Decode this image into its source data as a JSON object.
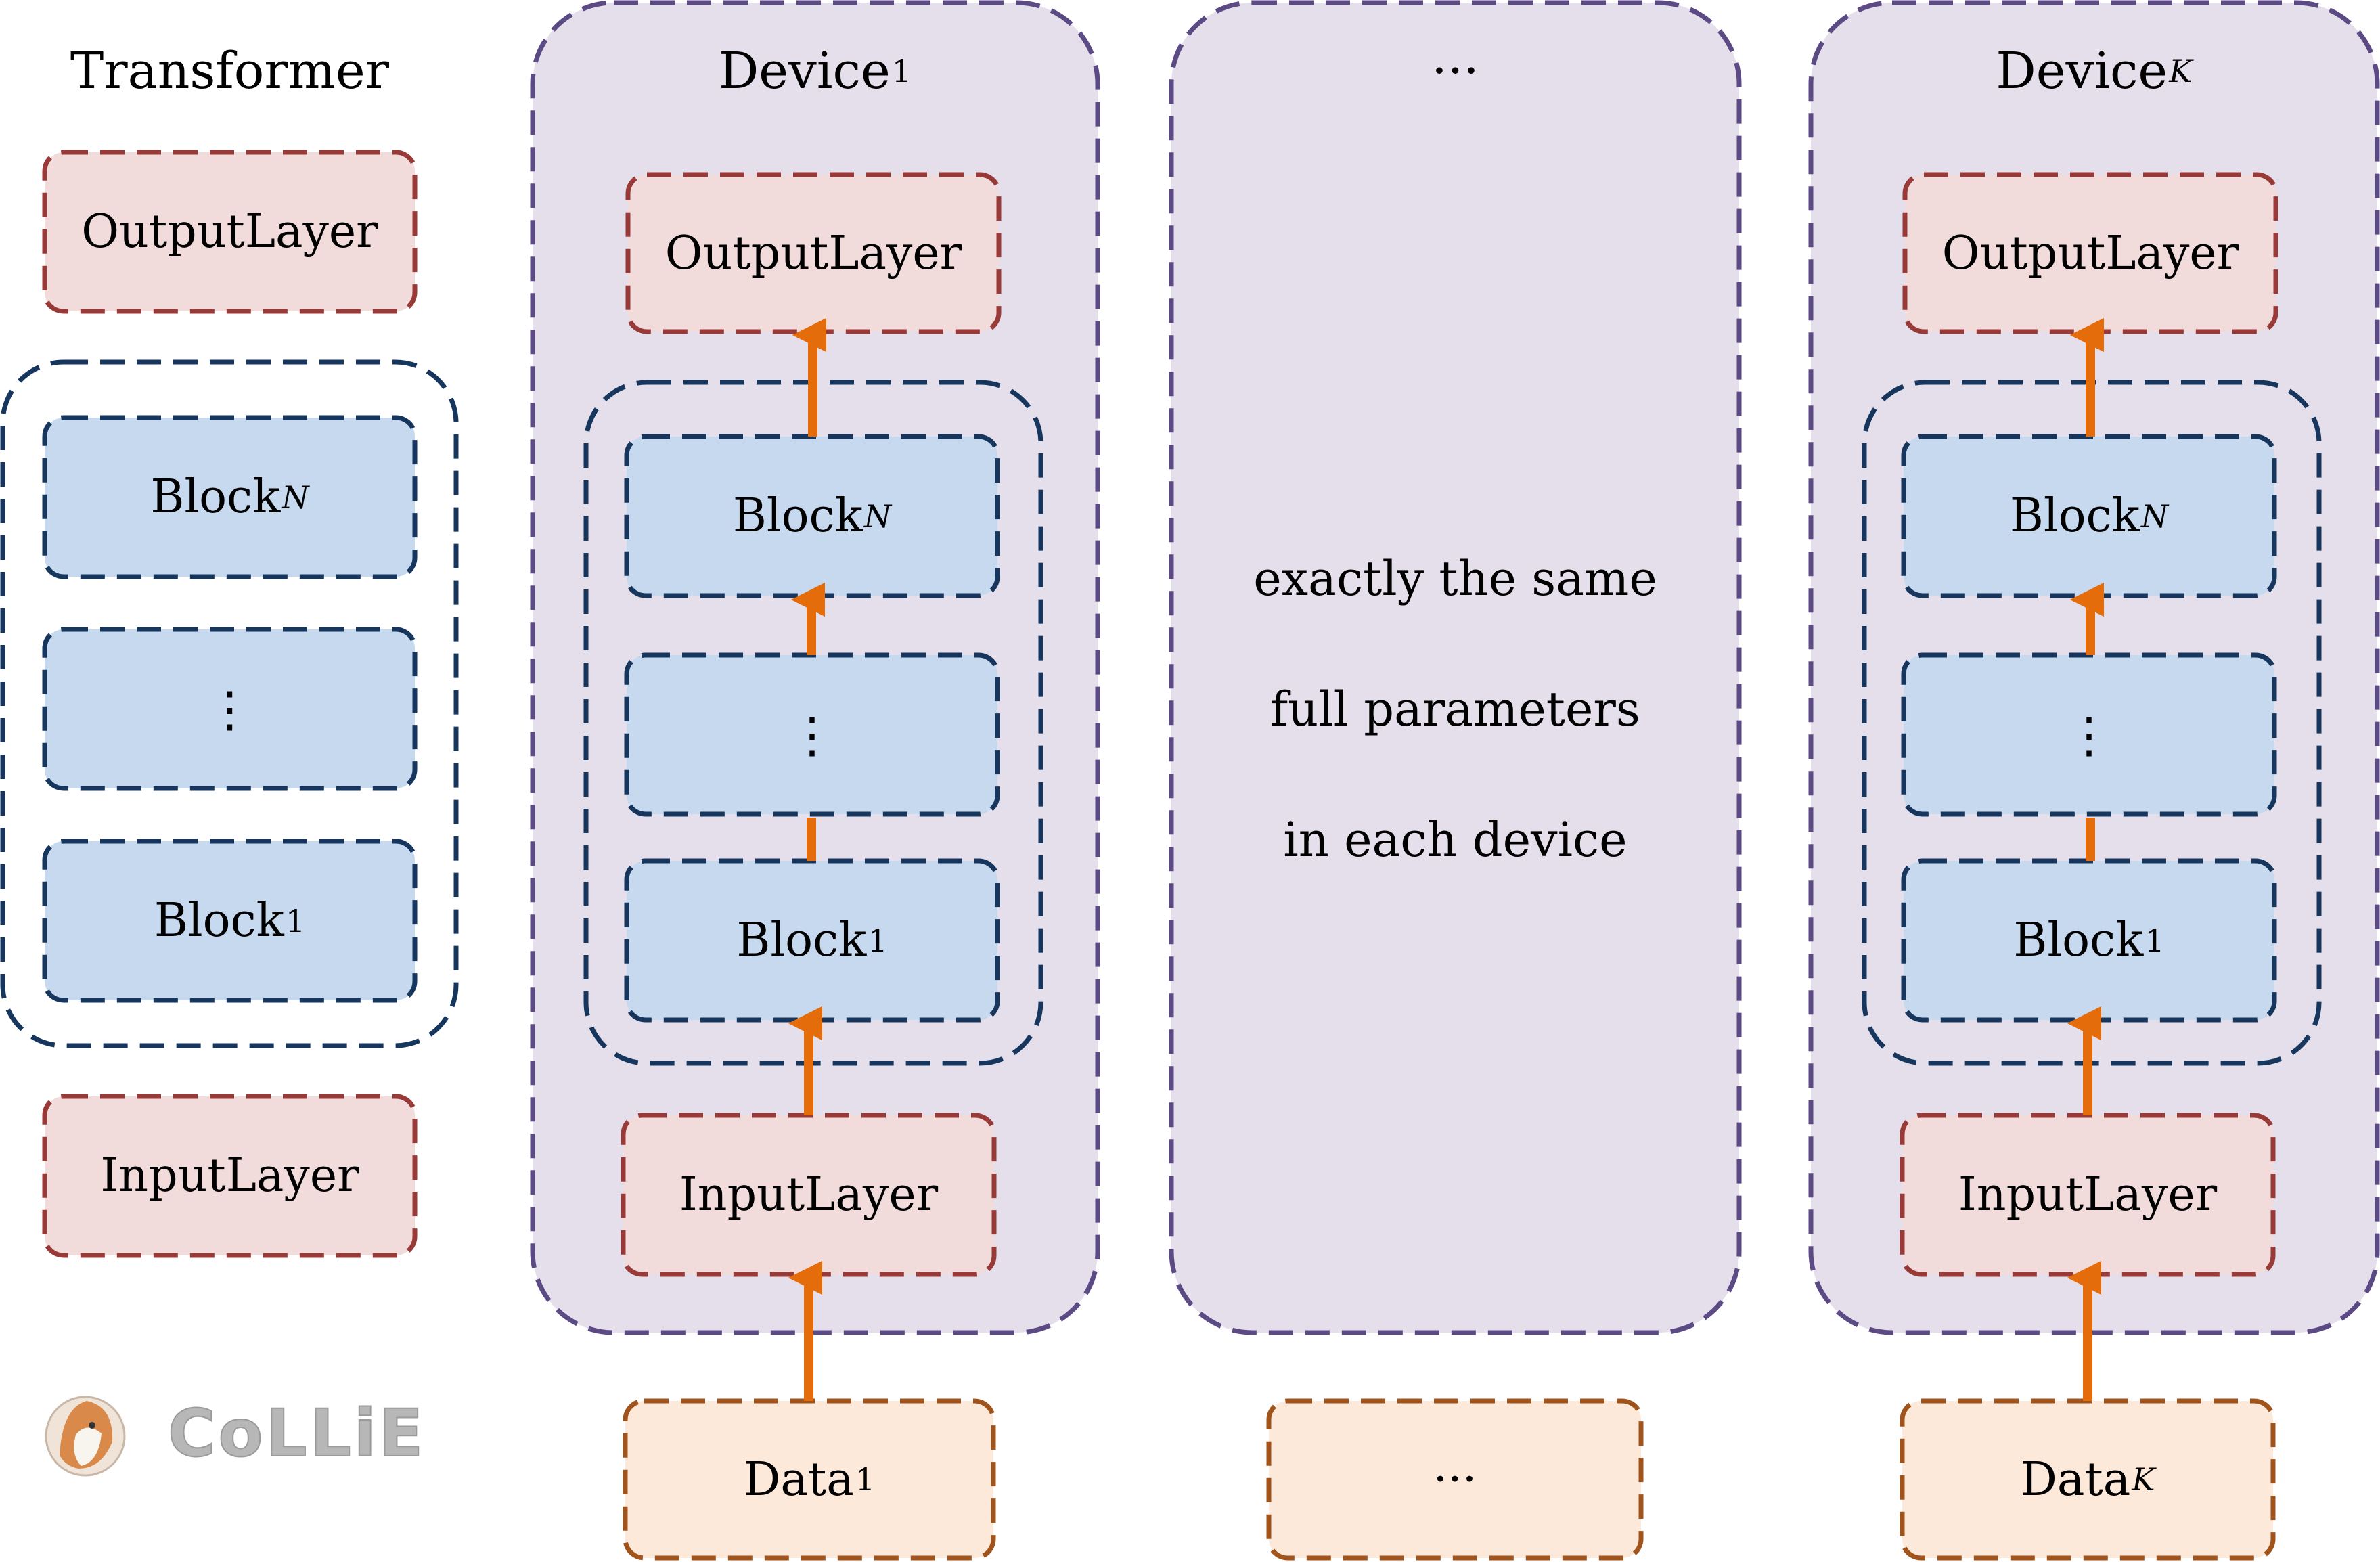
{
  "transformer": {
    "title": "Transformer",
    "output_label": "OutputLayer",
    "block_n": {
      "base": "Block",
      "sub": "N"
    },
    "dots": "⋮",
    "block_1": {
      "base": "Block",
      "sub": "1"
    },
    "input_label": "InputLayer"
  },
  "device_1": {
    "title": {
      "base": "Device",
      "sub": "1"
    },
    "output_label": "OutputLayer",
    "block_n": {
      "base": "Block",
      "sub": "N"
    },
    "dots": "⋮",
    "block_1": {
      "base": "Block",
      "sub": "1"
    },
    "input_label": "InputLayer",
    "data": {
      "base": "Data",
      "sub": "1"
    }
  },
  "middle": {
    "title": "···",
    "note_line_1": "exactly the same",
    "note_line_2": "full parameters",
    "note_line_3": "in each device",
    "data": "···"
  },
  "device_k": {
    "title": {
      "base": "Device",
      "sub": "K"
    },
    "output_label": "OutputLayer",
    "block_n": {
      "base": "Block",
      "sub": "N"
    },
    "dots": "⋮",
    "block_1": {
      "base": "Block",
      "sub": "1"
    },
    "input_label": "InputLayer",
    "data": {
      "base": "Data",
      "sub": "K"
    }
  },
  "logo": {
    "text": "CoLLiE"
  },
  "colors": {
    "device_fill": "#e5dfeb",
    "device_border": "#5c4a85",
    "layer_fill": "#f1dcdb",
    "layer_border": "#983a38",
    "block_fill": "#c6d9ef",
    "block_border": "#17365d",
    "data_fill": "#fce9d9",
    "data_border": "#a0541b",
    "arrow": "#e46c0a"
  }
}
